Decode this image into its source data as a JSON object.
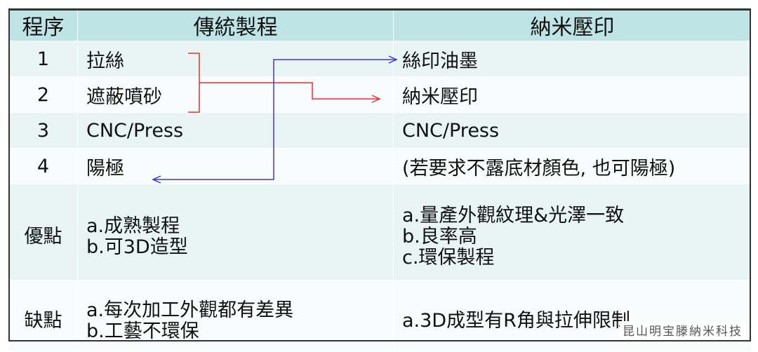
{
  "header": {
    "col1": "程序",
    "col2": "傳統製程",
    "col3": "納米壓印"
  },
  "rows": [
    {
      "num": "1",
      "traditional": "拉絲",
      "nano": "絲印油墨"
    },
    {
      "num": "2",
      "traditional": "遮蔽噴砂",
      "nano": "納米壓印"
    },
    {
      "num": "3",
      "traditional": "CNC/Press",
      "nano": "CNC/Press"
    },
    {
      "num": "4",
      "traditional": "陽極",
      "nano": "(若要求不露底材顏色, 也可陽極)"
    }
  ],
  "pros": {
    "label": "優點",
    "traditional": [
      "a.成熟製程",
      "b.可3D造型"
    ],
    "nano": [
      "a.量產外觀紋理&光澤一致",
      "b.良率高",
      "c.環保製程"
    ]
  },
  "cons": {
    "label": "缺點",
    "traditional": [
      "a.每次加工外觀都有差異",
      "b.工藝不環保"
    ],
    "nano": [
      "a.3D成型有R角與拉伸限制"
    ]
  },
  "watermark": "昆山明宝滕納米科技",
  "colors": {
    "header_bg": "#bfe4e6",
    "row_light": "#e9f4f5",
    "row_white": "#f9fcfc",
    "arrow_red": "#e03030",
    "arrow_blue": "#3838d8"
  }
}
